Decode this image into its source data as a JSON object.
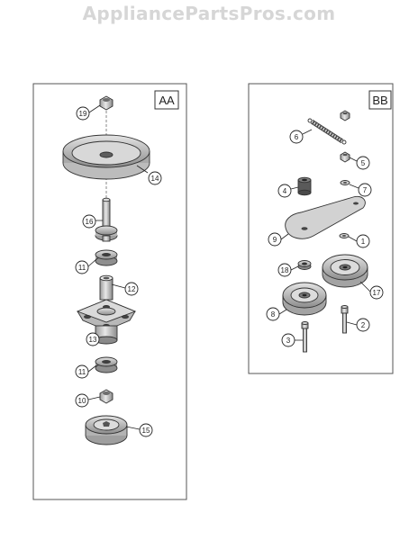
{
  "watermark": "AppliancePartsPros.com",
  "panels": [
    {
      "id": "AA",
      "label": "AA",
      "callouts": [
        {
          "number": "19",
          "part": "nut"
        },
        {
          "number": "14",
          "part": "pulley"
        },
        {
          "number": "16",
          "part": "spindle-shaft"
        },
        {
          "number": "11",
          "part": "bearing"
        },
        {
          "number": "12",
          "part": "spacer"
        },
        {
          "number": "13",
          "part": "spindle-housing"
        },
        {
          "number": "11",
          "part": "bearing"
        },
        {
          "number": "10",
          "part": "nut"
        },
        {
          "number": "15",
          "part": "blade-adapter"
        }
      ]
    },
    {
      "id": "BB",
      "label": "BB",
      "callouts": [
        {
          "number": "6",
          "part": "spring"
        },
        {
          "number": "5",
          "part": "nut"
        },
        {
          "number": "7",
          "part": "washer"
        },
        {
          "number": "4",
          "part": "spacer"
        },
        {
          "number": "9",
          "part": "idler-arm"
        },
        {
          "number": "1",
          "part": "washer"
        },
        {
          "number": "18",
          "part": "bushing"
        },
        {
          "number": "17",
          "part": "idler-pulley"
        },
        {
          "number": "8",
          "part": "idler-pulley"
        },
        {
          "number": "2",
          "part": "bolt"
        },
        {
          "number": "3",
          "part": "bolt"
        }
      ]
    }
  ],
  "colors": {
    "line": "#333333",
    "shade": "#c9c9c9",
    "dark": "#7a7a7a",
    "watermark": "#d6d6d6"
  }
}
